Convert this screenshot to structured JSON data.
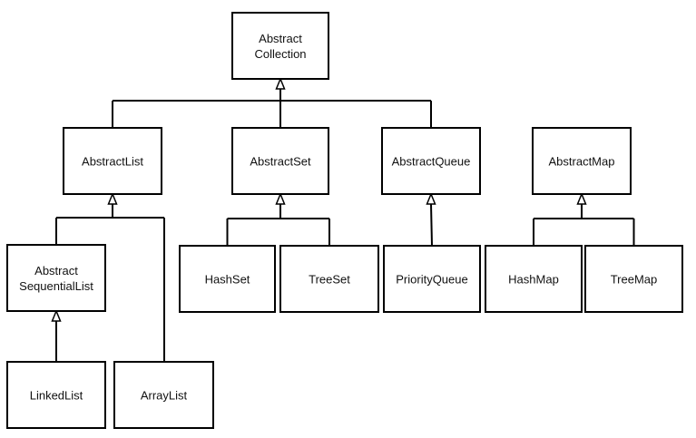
{
  "diagram": {
    "nodes": {
      "abstract_collection": {
        "lines": [
          "Abstract",
          "Collection"
        ]
      },
      "abstract_list": {
        "lines": [
          "AbstractList"
        ]
      },
      "abstract_set": {
        "lines": [
          "AbstractSet"
        ]
      },
      "abstract_queue": {
        "lines": [
          "AbstractQueue"
        ]
      },
      "abstract_map": {
        "lines": [
          "AbstractMap"
        ]
      },
      "abstract_sequential_list": {
        "lines": [
          "Abstract",
          "SequentialList"
        ]
      },
      "hash_set": {
        "lines": [
          "HashSet"
        ]
      },
      "tree_set": {
        "lines": [
          "TreeSet"
        ]
      },
      "priority_queue": {
        "lines": [
          "PriorityQueue"
        ]
      },
      "hash_map": {
        "lines": [
          "HashMap"
        ]
      },
      "tree_map": {
        "lines": [
          "TreeMap"
        ]
      },
      "linked_list": {
        "lines": [
          "LinkedList"
        ]
      },
      "array_list": {
        "lines": [
          "ArrayList"
        ]
      }
    },
    "edges": [
      {
        "parent": "abstract_collection",
        "children": [
          "abstract_list",
          "abstract_set",
          "abstract_queue"
        ]
      },
      {
        "parent": "abstract_list",
        "children": [
          "abstract_sequential_list",
          "array_list"
        ]
      },
      {
        "parent": "abstract_set",
        "children": [
          "hash_set",
          "tree_set"
        ]
      },
      {
        "parent": "abstract_queue",
        "children": [
          "priority_queue"
        ]
      },
      {
        "parent": "abstract_map",
        "children": [
          "hash_map",
          "tree_map"
        ]
      },
      {
        "parent": "abstract_sequential_list",
        "children": [
          "linked_list"
        ]
      }
    ]
  }
}
